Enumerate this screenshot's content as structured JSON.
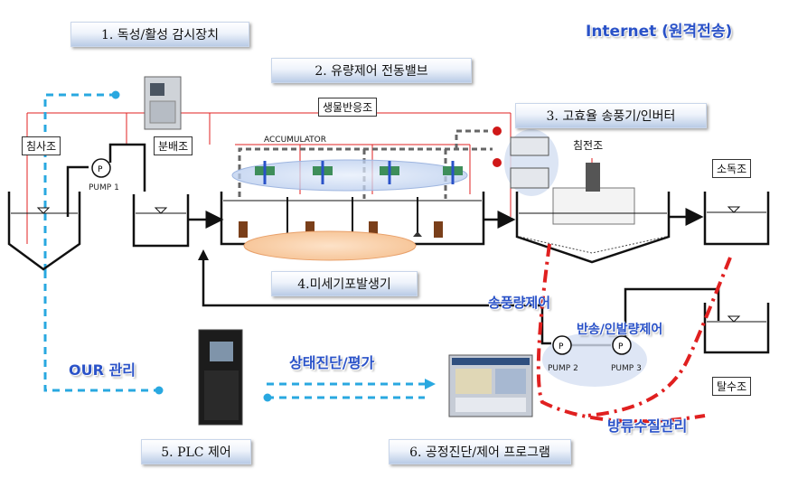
{
  "banners": {
    "b1": "1. 독성/활성 감시장치",
    "b2": "2. 유량제어 전동밸브",
    "b3": "3. 고효율 송풍기/인버터",
    "b4": "4.미세기포발생기",
    "b5": "5. PLC 제어",
    "b6": "6. 공정진단/제어 프로그램"
  },
  "labels": {
    "internet": "Internet (원격전송)",
    "settling": "침사조",
    "distribution": "분배조",
    "bioreactor": "생물반응조",
    "accumulator": "ACCUMULATOR",
    "clarifier": "침전조",
    "disinfection": "소독조",
    "dewatering": "탈수조",
    "pump1": "PUMP 1",
    "pump2": "PUMP 2",
    "pump3": "PUMP 3",
    "air_control": "송풍량제어",
    "return_control": "반송/인발량제어",
    "our": "OUR 관리",
    "diagnosis": "상태진단/평가",
    "effluent": "방류수질관리"
  },
  "colors": {
    "accent_blue": "#2a52c8",
    "dash_cyan": "#29a8e0",
    "control_red": "#e02020"
  }
}
